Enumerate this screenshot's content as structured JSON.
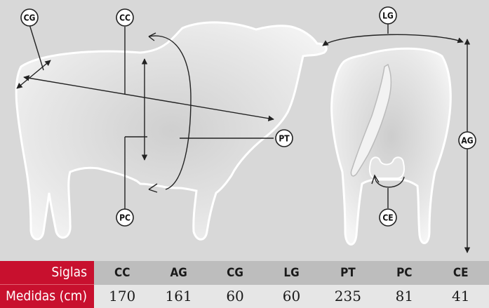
{
  "diagram_labels": {
    "cg": "CG",
    "cc": "CC",
    "lg": "LG",
    "pt": "PT",
    "ag": "AG",
    "pc": "PC",
    "ce": "CE"
  },
  "table": {
    "row1_header": "Siglas",
    "row2_header": "Medidas (cm)",
    "columns": [
      "CC",
      "AG",
      "CG",
      "LG",
      "PT",
      "PC",
      "CE"
    ],
    "values": [
      "170",
      "161",
      "60",
      "60",
      "235",
      "81",
      "41"
    ]
  },
  "colors": {
    "header_red": "#c8102e",
    "row1_bg": "#bdbdbd",
    "row2_bg": "#e6e6e6",
    "page_bg": "#d8d8d8"
  }
}
